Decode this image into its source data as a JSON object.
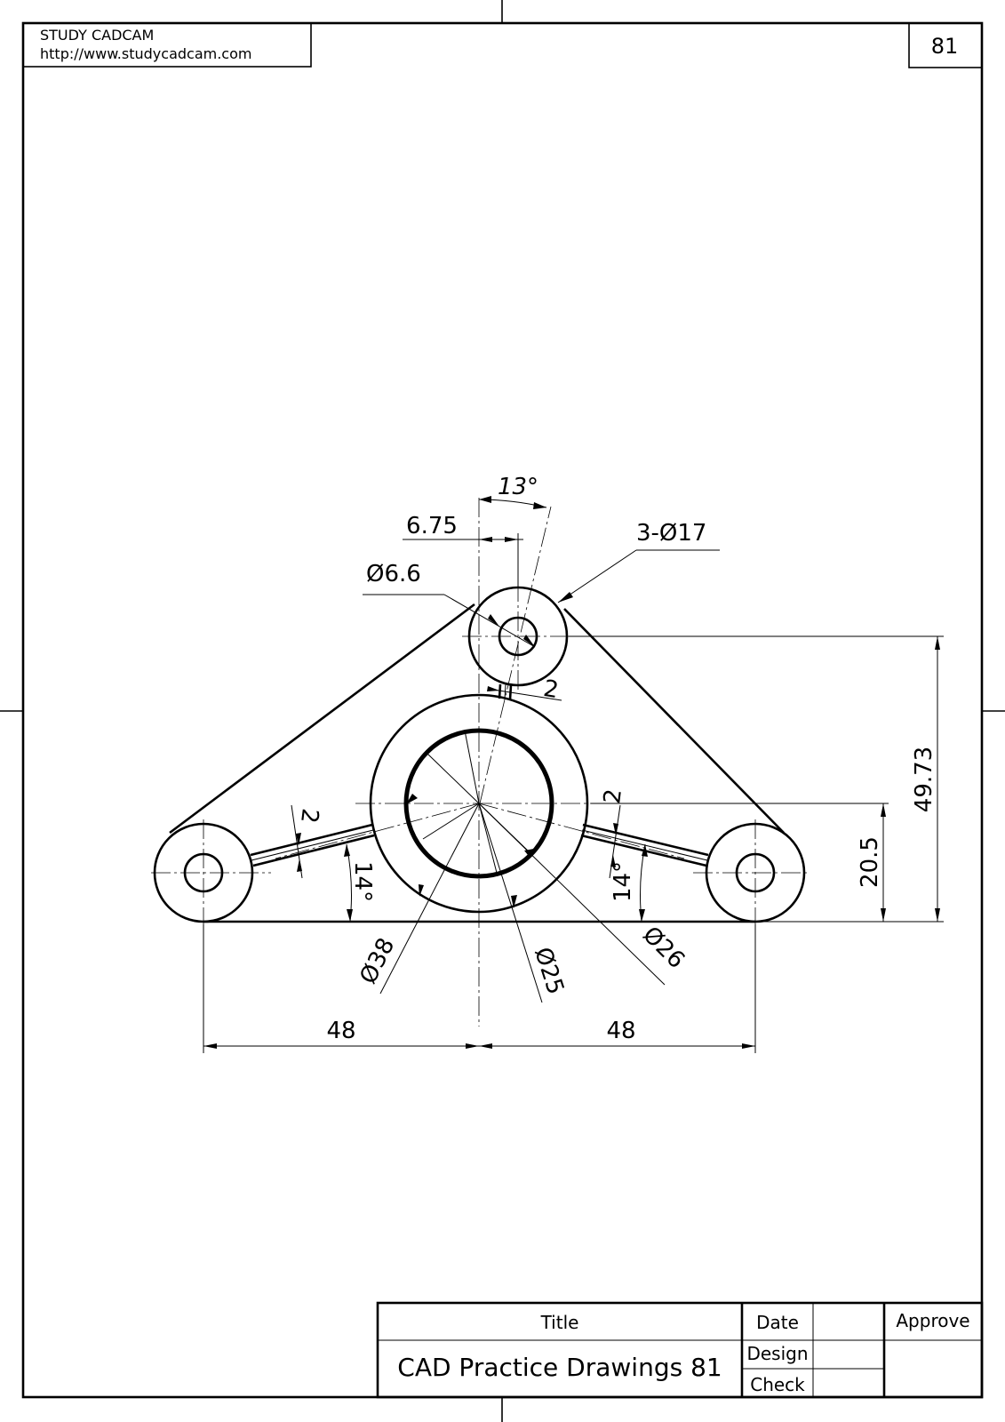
{
  "header": {
    "company": "STUDY CADCAM",
    "url": "http://www.studycadcam.com",
    "sheet_number": "81"
  },
  "title_block": {
    "title_label": "Title",
    "title_value": "CAD Practice Drawings 81",
    "date_label": "Date",
    "design_label": "Design",
    "check_label": "Check",
    "approve_label": "Approve"
  },
  "dimensions": {
    "angle_top": "13°",
    "offset_675": "6.75",
    "hole_count_dia": "3-Ø17",
    "small_hole_dia": "Ø6.6",
    "web_gap_top": "2",
    "web_thk_left": "2",
    "web_thk_right": "2",
    "angle_left": "14°",
    "angle_right": "14°",
    "height_4973": "49.73",
    "height_205": "20.5",
    "dia_38": "Ø38",
    "dia_25": "Ø25",
    "dia_26": "Ø26",
    "width_left": "48",
    "width_right": "48"
  }
}
